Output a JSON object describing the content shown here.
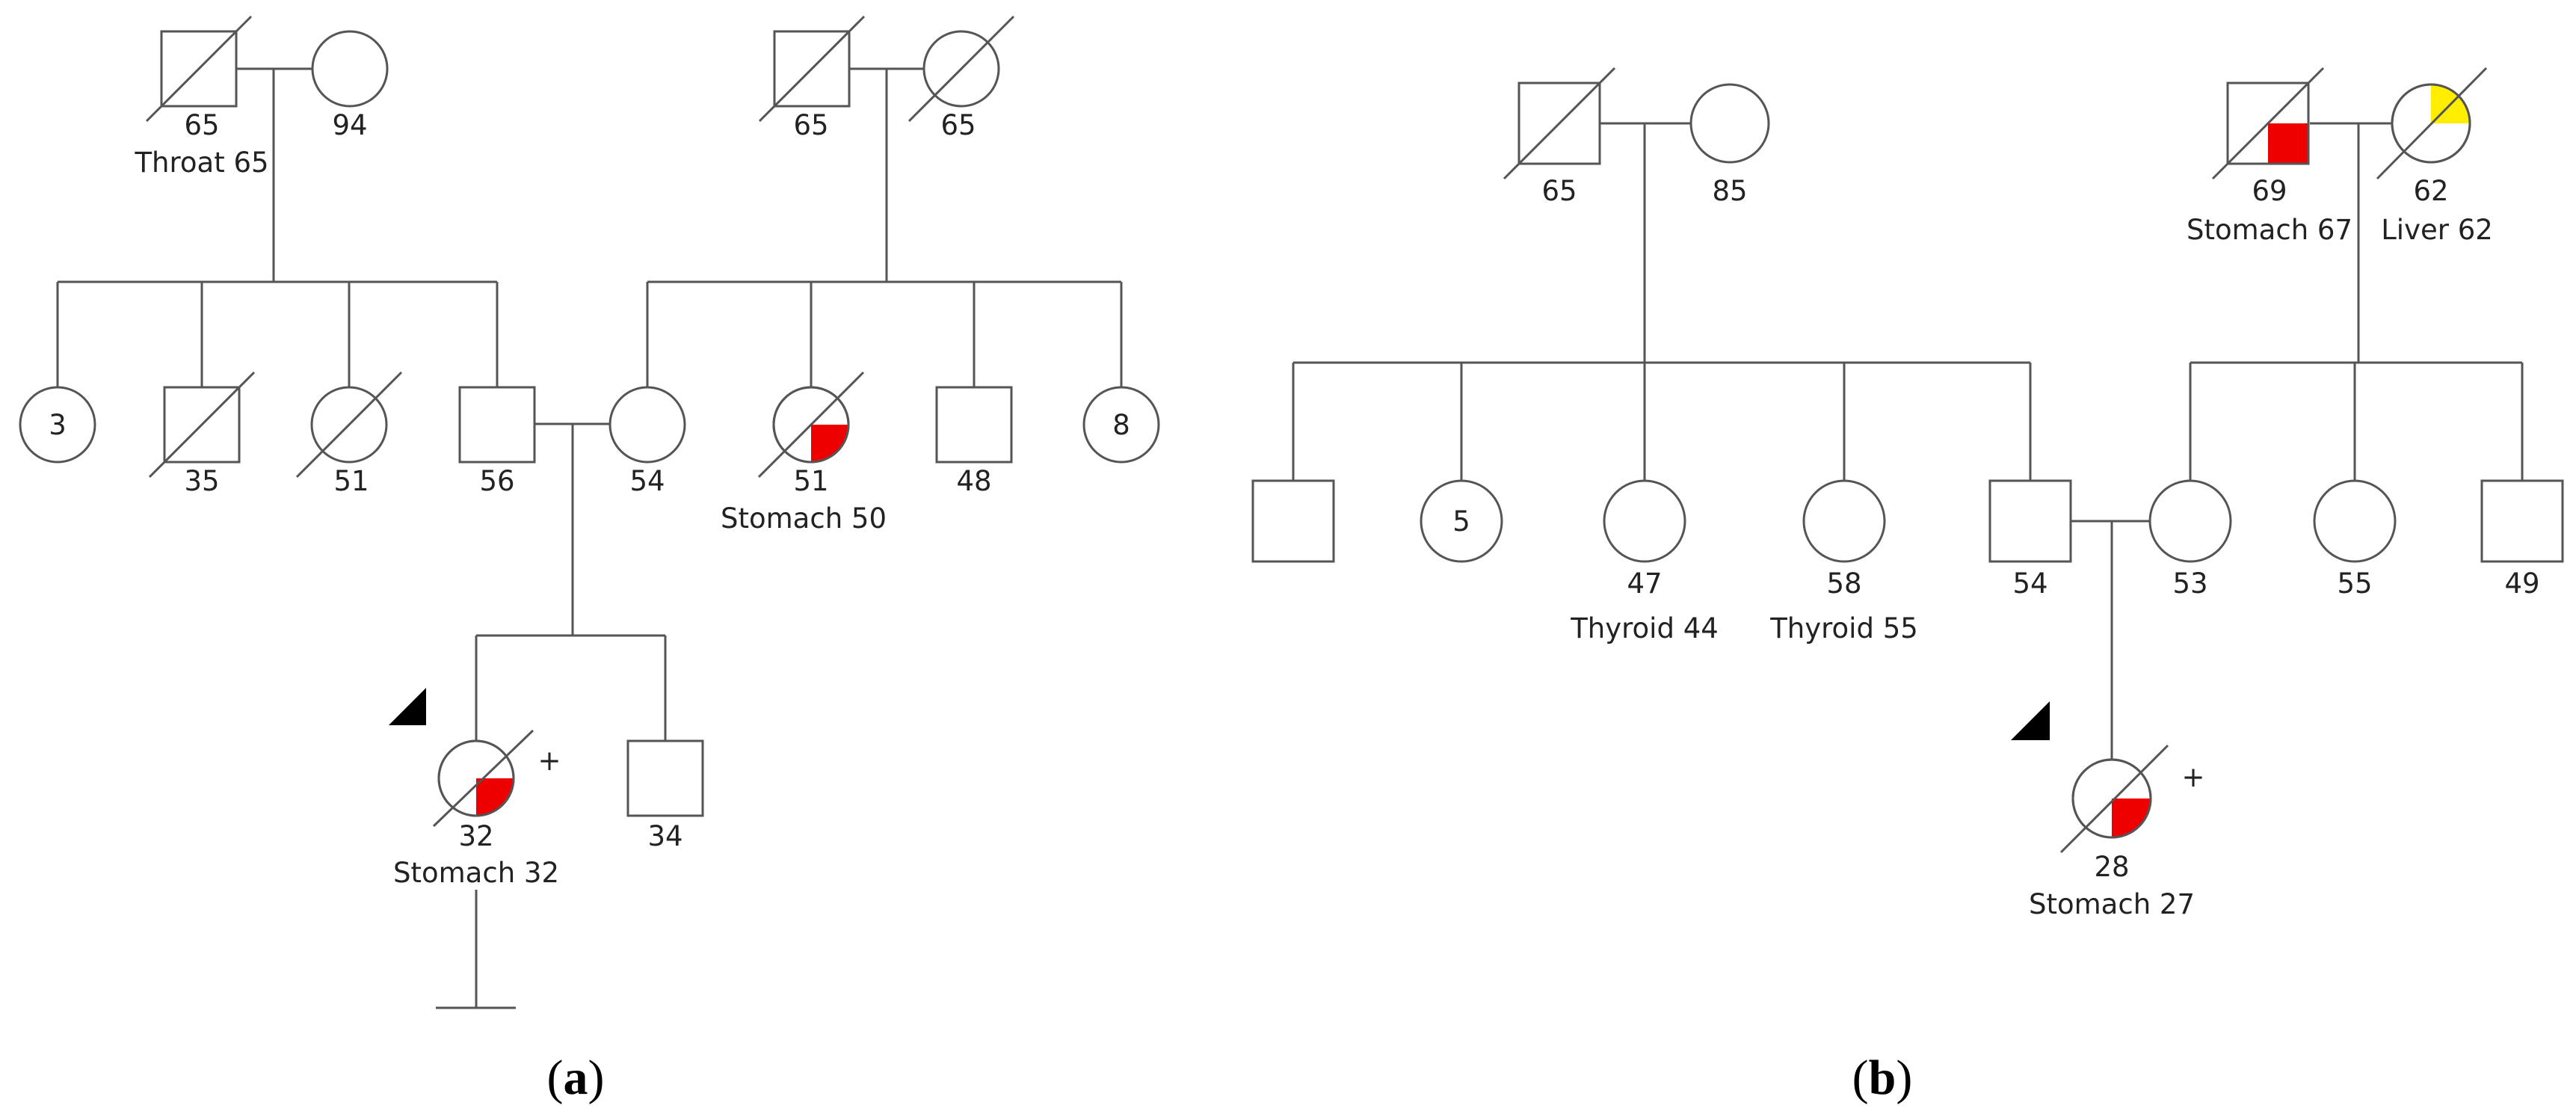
{
  "colors": {
    "stomach": "#ee0000",
    "liver": "#ffee00",
    "line": "#555555",
    "proband_marker": "#000000"
  },
  "panels": {
    "a": {
      "caption_open": "(",
      "caption_letter": "a",
      "caption_close": ")",
      "paternal_grandfather": {
        "age": "65",
        "diagnosis": "Throat 65"
      },
      "paternal_grandmother": {
        "age": "94"
      },
      "maternal_grandfather": {
        "age": "65"
      },
      "maternal_grandmother": {
        "age": "65"
      },
      "aunt_inside": "3",
      "uncle_age": "35",
      "aunt_age": "51",
      "father_age": "56",
      "mother_age": "54",
      "maternal_aunt": {
        "age": "51",
        "diagnosis": "Stomach 50"
      },
      "maternal_uncle_age": "48",
      "maternal_aunt_inside": "8",
      "proband": {
        "age": "32",
        "diagnosis": "Stomach 32",
        "carrier": "+"
      },
      "brother_age": "34"
    },
    "b": {
      "caption_open": "(",
      "caption_letter": "b",
      "caption_close": ")",
      "paternal_grandfather": {
        "age": "65"
      },
      "paternal_grandmother": {
        "age": "85"
      },
      "maternal_grandfather": {
        "age": "69",
        "diagnosis": "Stomach 67"
      },
      "maternal_grandmother": {
        "age": "62",
        "diagnosis": "Liver 62"
      },
      "aunt_inside": "5",
      "aunt2": {
        "age": "47",
        "diagnosis": "Thyroid 44"
      },
      "aunt3": {
        "age": "58",
        "diagnosis": "Thyroid 55"
      },
      "father_age": "54",
      "mother_age": "53",
      "maternal_aunt_age": "55",
      "maternal_uncle_age": "49",
      "proband": {
        "age": "28",
        "diagnosis": "Stomach 27",
        "carrier": "+"
      }
    }
  }
}
